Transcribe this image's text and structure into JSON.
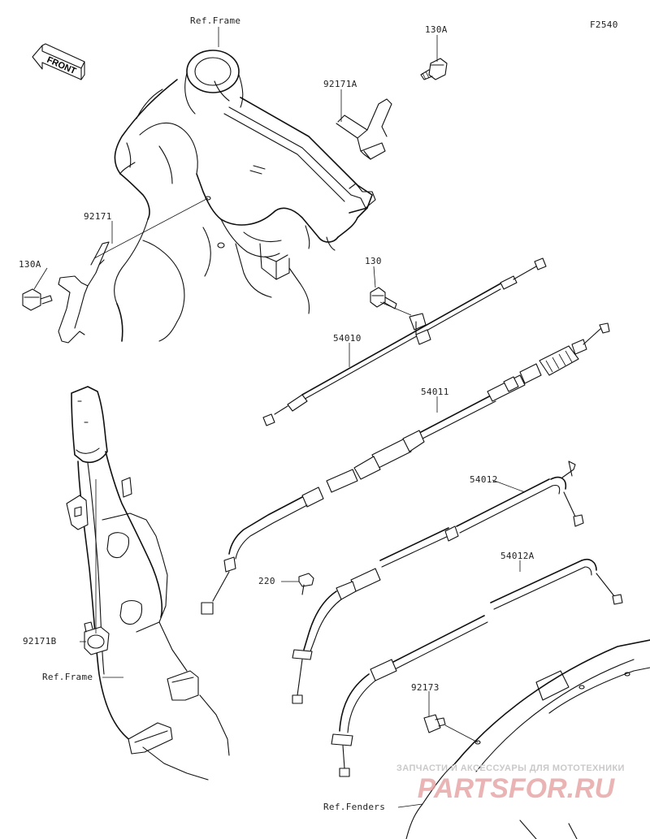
{
  "figure_code": "F2540",
  "front_label": "FRONT",
  "refs": {
    "frame_top": "Ref.Frame",
    "frame_left": "Ref.Frame",
    "fenders": "Ref.Fenders"
  },
  "parts": {
    "p130A_top": "130A",
    "p92171A": "92171A",
    "p92171": "92171",
    "p130A_left": "130A",
    "p130": "130",
    "p54010": "54010",
    "p54011": "54011",
    "p54012": "54012",
    "p220": "220",
    "p54012A": "54012A",
    "p92171B": "92171B",
    "p92173": "92173"
  },
  "watermark": {
    "line1": "ЗАПЧАСТИ И АКСЕССУАРЫ ДЛЯ МОТОТЕХНИКИ",
    "brand": "PARTSFOR.RU",
    "brand_color": "#e5a1a1"
  }
}
